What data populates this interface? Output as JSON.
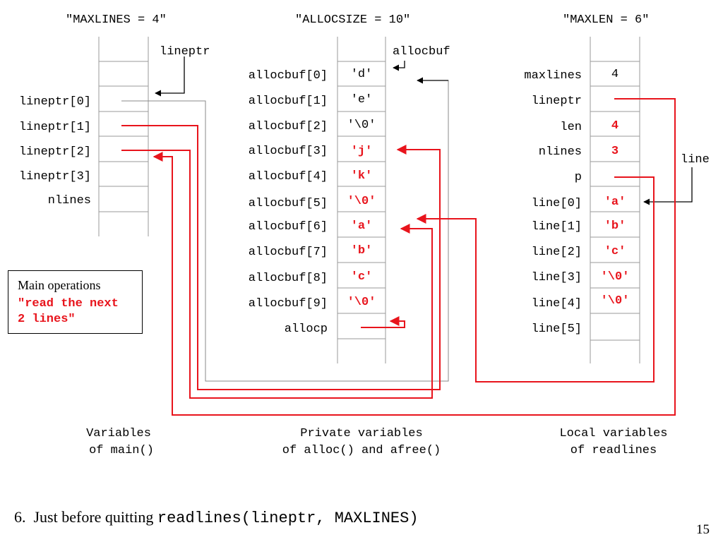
{
  "headers": {
    "main": "\"MAXLINES = 4\"",
    "alloc": "\"ALLOCSIZE = 10\"",
    "readlines": "\"MAXLEN = 6\""
  },
  "main_vars": {
    "pointer_label": "lineptr",
    "labels": [
      "lineptr[0]",
      "lineptr[1]",
      "lineptr[2]",
      "lineptr[3]",
      "nlines"
    ],
    "footer": [
      "Variables",
      "of main()"
    ]
  },
  "alloc_vars": {
    "pointer_label": "allocbuf",
    "labels": [
      "allocbuf[0]",
      "allocbuf[1]",
      "allocbuf[2]",
      "allocbuf[3]",
      "allocbuf[4]",
      "allocbuf[5]",
      "allocbuf[6]",
      "allocbuf[7]",
      "allocbuf[8]",
      "allocbuf[9]",
      "allocp"
    ],
    "values": [
      "'d'",
      "'e'",
      "'\\0'",
      "'j'",
      "'k'",
      "'\\0'",
      "'a'",
      "'b'",
      "'c'",
      "'\\0'"
    ],
    "footer": [
      "Private variables",
      "of alloc() and afree()"
    ]
  },
  "readlines_vars": {
    "pointer_label": "line",
    "labels": [
      "maxlines",
      "lineptr",
      "len",
      "nlines",
      "p",
      "line[0]",
      "line[1]",
      "line[2]",
      "line[3]",
      "line[4]",
      "line[5]"
    ],
    "values": [
      "4",
      "",
      "4",
      "3",
      "",
      "'a'",
      "'b'",
      "'c'",
      "'\\0'",
      "'\\0'",
      ""
    ],
    "footer": [
      "Local variables",
      "of readlines"
    ]
  },
  "note": {
    "title": "Main operations",
    "body": "\"read the next\n2 lines\""
  },
  "caption": {
    "prefix": "6.  Just before quitting ",
    "code": "readlines(lineptr, MAXLINES)"
  },
  "page_number": "15",
  "colors": {
    "highlight": "#e8141c",
    "grid": "#9a9a9a",
    "text": "#000000"
  }
}
